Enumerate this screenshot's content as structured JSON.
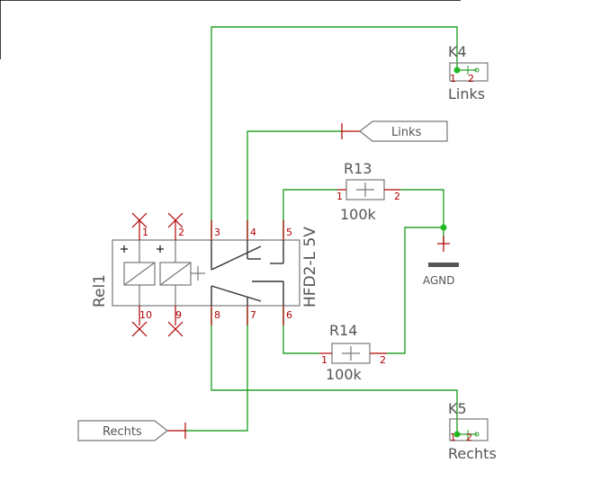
{
  "relay": {
    "name": "Rel1",
    "value": "HFD2-L 5V",
    "pins": [
      "1",
      "2",
      "3",
      "4",
      "5",
      "10",
      "9",
      "8",
      "7",
      "6"
    ]
  },
  "connectors": {
    "k4": {
      "name": "K4",
      "value": "Links",
      "pin1": "1",
      "pin2": "2"
    },
    "k5": {
      "name": "K5",
      "value": "Rechts",
      "pin1": "1",
      "pin2": "2"
    }
  },
  "resistors": {
    "r13": {
      "name": "R13",
      "value": "100k",
      "pin1": "1",
      "pin2": "2"
    },
    "r14": {
      "name": "R14",
      "value": "100k",
      "pin1": "1",
      "pin2": "2"
    }
  },
  "labels": {
    "links": "Links",
    "rechts": "Rechts",
    "agnd": "AGND"
  },
  "colors": {
    "wire": "#2aa12a",
    "part": "#777777",
    "pin": "#b00000",
    "junction": "#22bb22"
  }
}
